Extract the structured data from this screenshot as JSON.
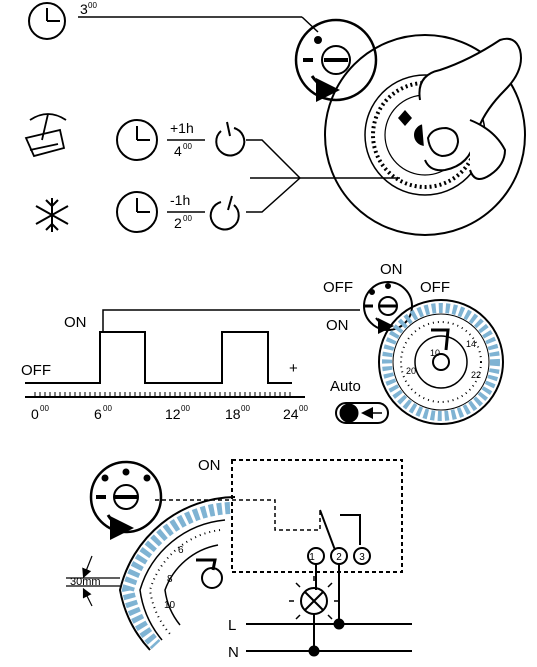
{
  "panel1": {
    "clock_time": {
      "main": "3",
      "sup": "00"
    },
    "summer": {
      "offset": "+1h",
      "time_main": "4",
      "time_sup": "00"
    },
    "winter": {
      "offset": "-1h",
      "time_main": "2",
      "time_sup": "00"
    }
  },
  "panel2": {
    "switch": {
      "on": "ON",
      "off_left": "OFF",
      "off_right": "OFF",
      "on_left": "ON"
    },
    "graph": {
      "on_label": "ON",
      "off_label": "OFF",
      "plus": "+",
      "ticks": [
        {
          "main": "0",
          "sup": "00"
        },
        {
          "main": "6",
          "sup": "00"
        },
        {
          "main": "12",
          "sup": "00"
        },
        {
          "main": "18",
          "sup": "00"
        },
        {
          "main": "24",
          "sup": "00"
        }
      ]
    },
    "auto_label": "Auto",
    "dial_numbers": [
      "10",
      "14",
      "20",
      "22"
    ]
  },
  "panel3": {
    "on_label": "ON",
    "terminals": [
      "1",
      "2",
      "3"
    ],
    "measure": "30mm",
    "line_L": "L",
    "line_N": "N",
    "dial_numbers": [
      "6",
      "8",
      "10"
    ]
  }
}
